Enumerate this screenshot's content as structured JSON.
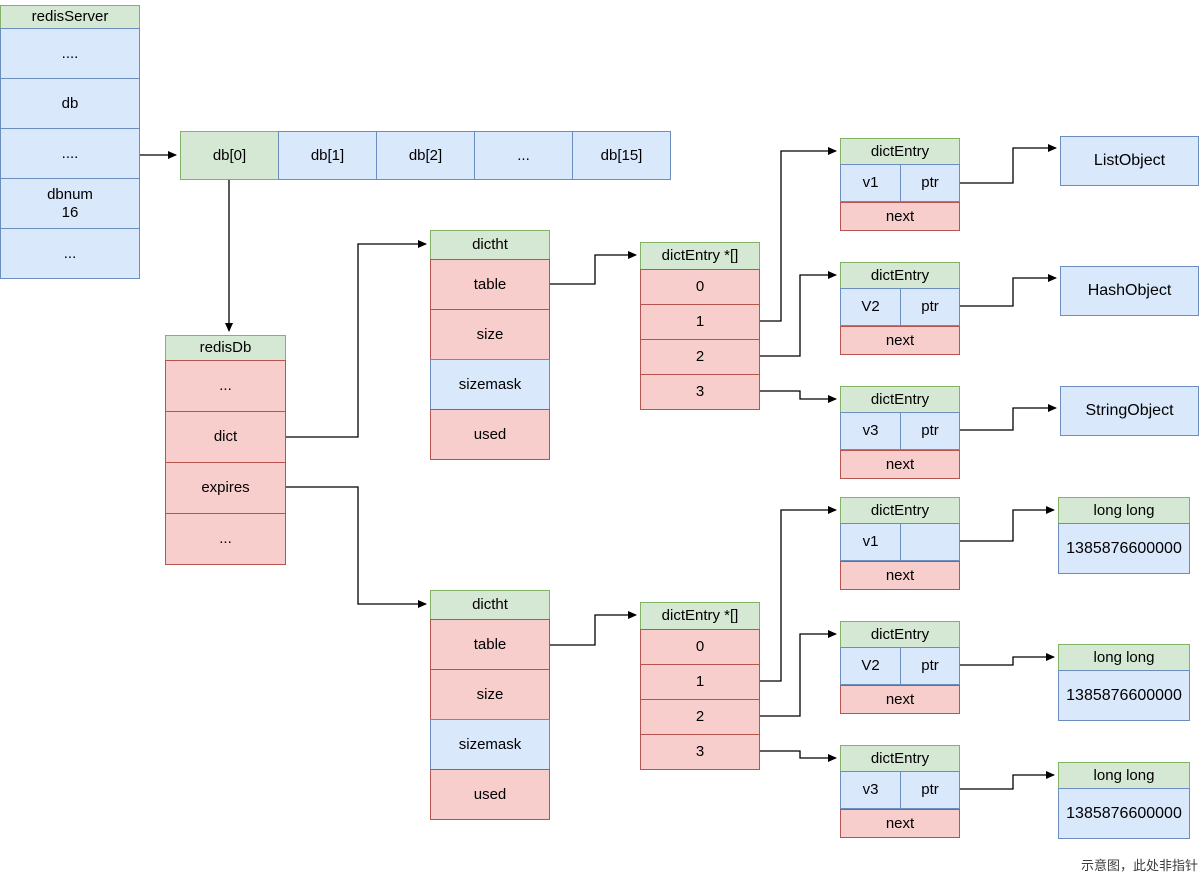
{
  "redisServer": {
    "title": "redisServer",
    "rows": [
      "....",
      "db",
      "....",
      "dbnum\n16",
      "..."
    ]
  },
  "dbArray": {
    "cells": [
      "db[0]",
      "db[1]",
      "db[2]",
      "...",
      "db[15]"
    ]
  },
  "redisDb": {
    "title": "redisDb",
    "rows": [
      "...",
      "dict",
      "expires",
      "..."
    ]
  },
  "dicthtTop": {
    "title": "dictht",
    "rows": [
      "table",
      "size",
      "sizemask",
      "used"
    ]
  },
  "dicthtBottom": {
    "title": "dictht",
    "rows": [
      "table",
      "size",
      "sizemask",
      "used"
    ]
  },
  "bucketTop": {
    "title": "dictEntry *[]",
    "rows": [
      "0",
      "1",
      "2",
      "3"
    ]
  },
  "bucketBottom": {
    "title": "dictEntry *[]",
    "rows": [
      "0",
      "1",
      "2",
      "3"
    ]
  },
  "entryTop1": {
    "title": "dictEntry",
    "key": "v1",
    "ptr": "ptr",
    "next": "next"
  },
  "entryTop2": {
    "title": "dictEntry",
    "key": "V2",
    "ptr": "ptr",
    "next": "next"
  },
  "entryTop3": {
    "title": "dictEntry",
    "key": "v3",
    "ptr": "ptr",
    "next": "next"
  },
  "entryBottom1": {
    "title": "dictEntry",
    "key": "v1",
    "ptr": "",
    "next": "next"
  },
  "entryBottom2": {
    "title": "dictEntry",
    "key": "V2",
    "ptr": "ptr",
    "next": "next"
  },
  "entryBottom3": {
    "title": "dictEntry",
    "key": "v3",
    "ptr": "ptr",
    "next": "next"
  },
  "objectList": {
    "label": "ListObject"
  },
  "objectHash": {
    "label": "HashObject"
  },
  "objectString": {
    "label": "StringObject"
  },
  "longlong1": {
    "title": "long long",
    "value": "1385876600000"
  },
  "longlong2": {
    "title": "long long",
    "value": "1385876600000"
  },
  "longlong3": {
    "title": "long long",
    "value": "1385876600000"
  },
  "caption": "示意图，此处非指针",
  "colors": {
    "green_fill": "#d5e8d4",
    "green_border": "#82b366",
    "blue_fill": "#dae8fc",
    "blue_border": "#6c8ebf",
    "red_fill": "#f8cecc",
    "red_border": "#b85450",
    "arrow": "#000000"
  }
}
